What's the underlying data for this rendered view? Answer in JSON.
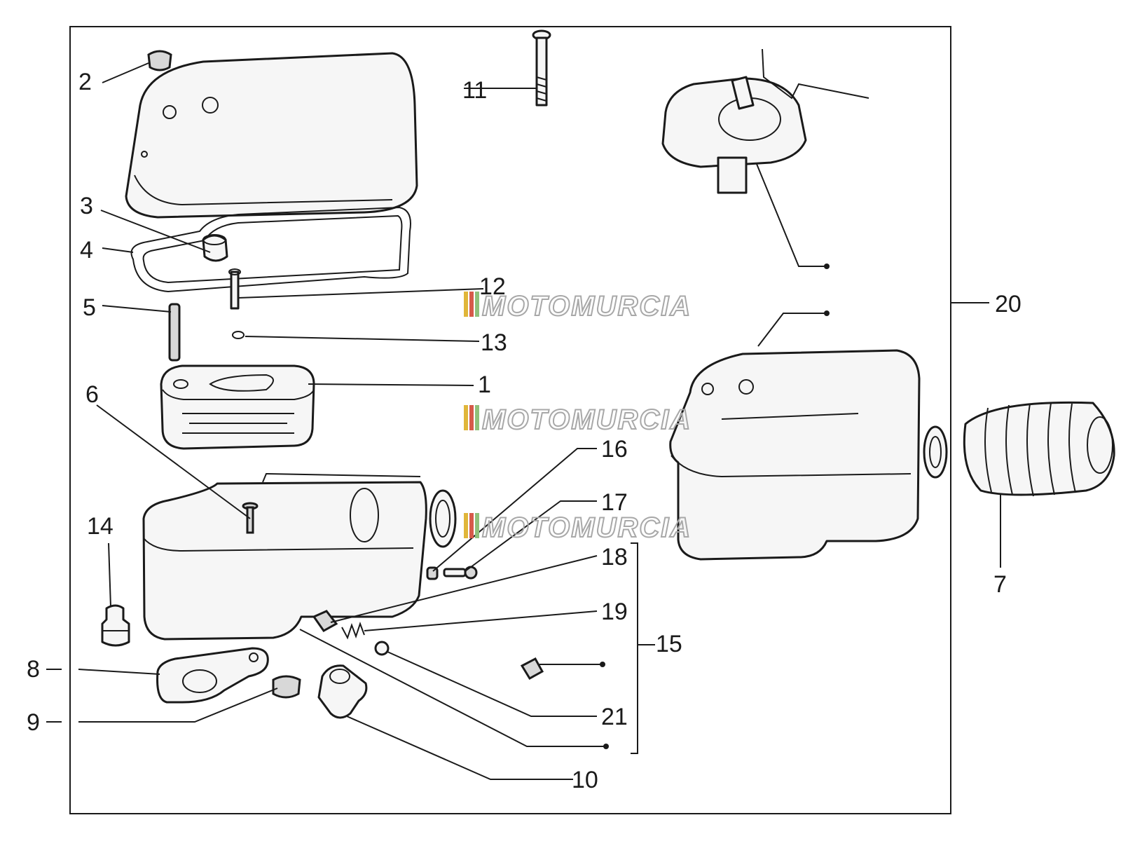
{
  "watermark": {
    "text": "MOTOMURCIA",
    "colors": [
      "#e0b63a",
      "#d65a4a",
      "#8fc07a"
    ]
  },
  "callouts": {
    "c1": "1",
    "c2": "2",
    "c3": "3",
    "c4": "4",
    "c5": "5",
    "c6": "6",
    "c7": "7",
    "c8": "8",
    "c9": "9",
    "c10": "10",
    "c11": "11",
    "c12": "12",
    "c13": "13",
    "c14": "14",
    "c15": "15",
    "c16": "16",
    "c17": "17",
    "c18": "18",
    "c19": "19",
    "c20": "20",
    "c21": "21"
  }
}
